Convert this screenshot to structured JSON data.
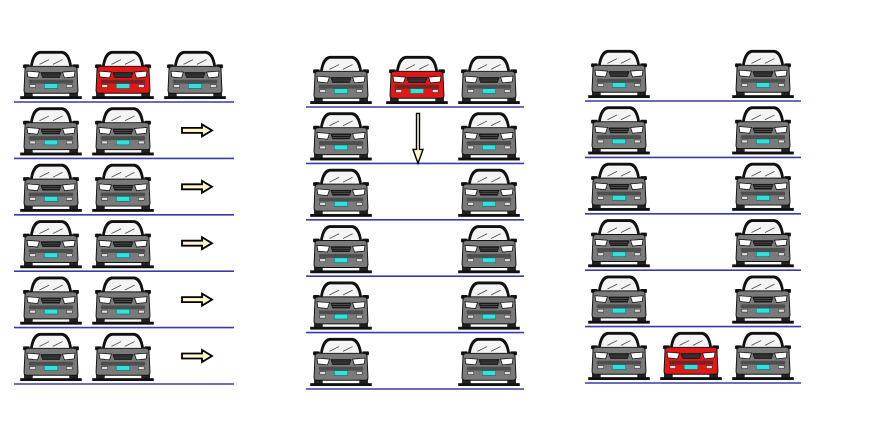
{
  "colors": {
    "background": "#ffffff",
    "car_gray": "#7a7a7a",
    "car_red": "#e01818",
    "plate": "#34e0dc",
    "floor_line": "#3a3aa8",
    "arrow_fill": "#fff9c8",
    "arrow_stroke": "#000000"
  },
  "panels": [
    {
      "name": "panel-1",
      "description_hidden": false,
      "rows": [
        {
          "slots": [
            "gray",
            "red",
            "gray"
          ],
          "arrow": "none"
        },
        {
          "slots": [
            "gray",
            "gray",
            "empty"
          ],
          "arrow": "right"
        },
        {
          "slots": [
            "gray",
            "gray",
            "empty"
          ],
          "arrow": "right"
        },
        {
          "slots": [
            "gray",
            "gray",
            "empty"
          ],
          "arrow": "right"
        },
        {
          "slots": [
            "gray",
            "gray",
            "empty"
          ],
          "arrow": "right"
        },
        {
          "slots": [
            "gray",
            "gray",
            "empty"
          ],
          "arrow": "right"
        }
      ]
    },
    {
      "name": "panel-2",
      "rows": [
        {
          "slots": [
            "gray",
            "red",
            "gray"
          ],
          "arrow": "none"
        },
        {
          "slots": [
            "gray",
            "empty",
            "gray"
          ],
          "arrow": "down"
        },
        {
          "slots": [
            "gray",
            "empty",
            "gray"
          ],
          "arrow": "none"
        },
        {
          "slots": [
            "gray",
            "empty",
            "gray"
          ],
          "arrow": "none"
        },
        {
          "slots": [
            "gray",
            "empty",
            "gray"
          ],
          "arrow": "none"
        },
        {
          "slots": [
            "gray",
            "empty",
            "gray"
          ],
          "arrow": "none"
        }
      ]
    },
    {
      "name": "panel-3",
      "rows": [
        {
          "slots": [
            "gray",
            "empty",
            "gray"
          ],
          "arrow": "none"
        },
        {
          "slots": [
            "gray",
            "empty",
            "gray"
          ],
          "arrow": "none"
        },
        {
          "slots": [
            "gray",
            "empty",
            "gray"
          ],
          "arrow": "none"
        },
        {
          "slots": [
            "gray",
            "empty",
            "gray"
          ],
          "arrow": "none"
        },
        {
          "slots": [
            "gray",
            "empty",
            "gray"
          ],
          "arrow": "none"
        },
        {
          "slots": [
            "gray",
            "red",
            "gray"
          ],
          "arrow": "none"
        }
      ]
    }
  ]
}
